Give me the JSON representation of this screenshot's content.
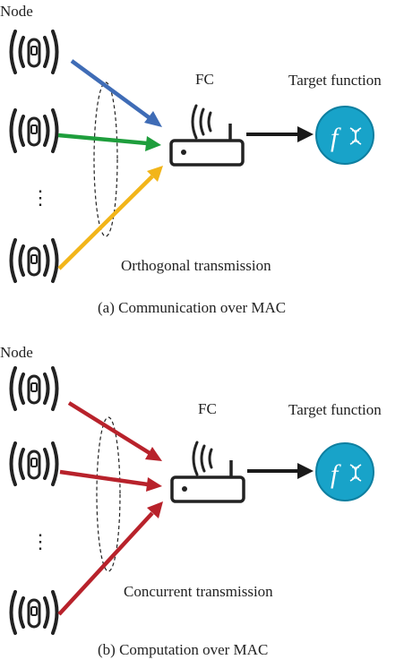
{
  "colors": {
    "blue": "#3f6cb6",
    "green": "#1e9e3c",
    "yellow": "#f2b51a",
    "red": "#b8222b",
    "black": "#1a1a1a",
    "teal": "#18a3c9"
  },
  "top": {
    "node_label": "Node",
    "fc_label": "FC",
    "target_label": "Target function",
    "ellipsis": "⋮",
    "transmission_label": "Orthogonal transmission",
    "caption": "(a) Communication over MAC",
    "function_symbol": "f",
    "icon_names": [
      "sensor-icon",
      "router-icon",
      "function-icon"
    ]
  },
  "bottom": {
    "node_label": "Node",
    "fc_label": "FC",
    "target_label": "Target function",
    "ellipsis": "⋮",
    "transmission_label": "Concurrent transmission",
    "caption": "(b) Computation over MAC",
    "function_symbol": "f",
    "icon_names": [
      "sensor-icon",
      "router-icon",
      "function-icon"
    ]
  }
}
